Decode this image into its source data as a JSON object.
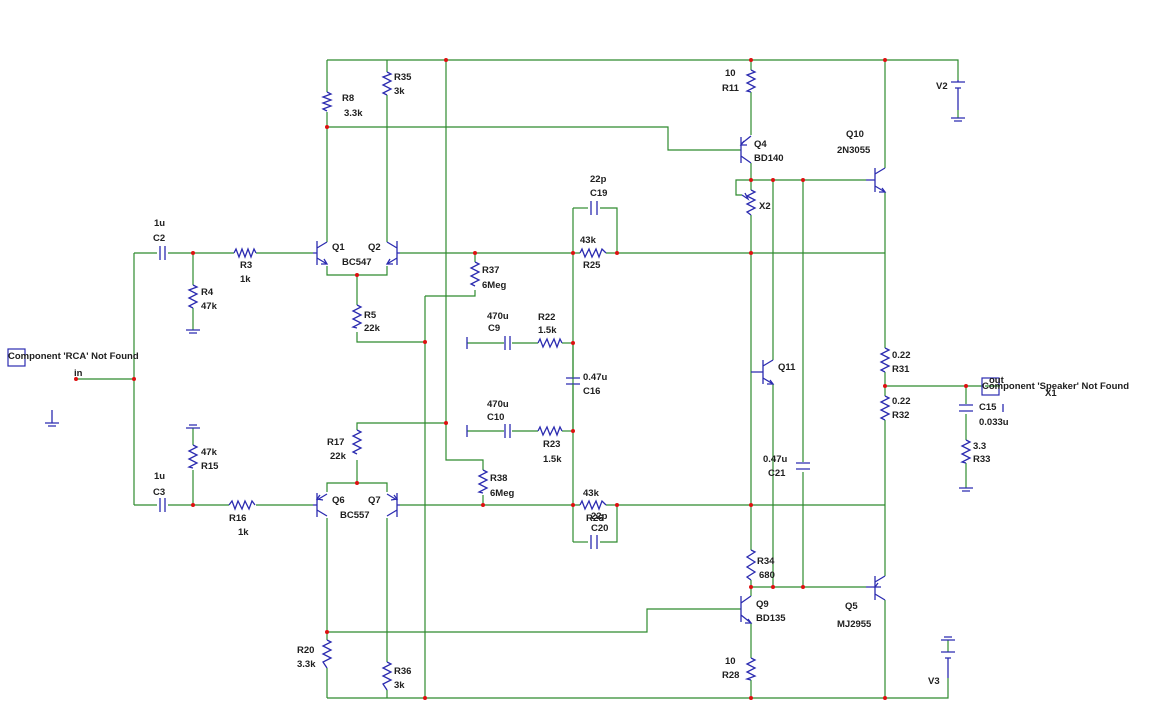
{
  "components": {
    "R8": {
      "ref": "R8",
      "value": "3.3k"
    },
    "R35": {
      "ref": "R35",
      "value": "3k"
    },
    "R11": {
      "ref": "R11",
      "value": "10"
    },
    "Q4": {
      "ref": "Q4",
      "value": "BD140"
    },
    "Q10": {
      "ref": "Q10",
      "value": "2N3055"
    },
    "V2": {
      "ref": "V2"
    },
    "C19": {
      "ref": "C19",
      "value": "22p"
    },
    "X2": {
      "ref": "X2"
    },
    "C2": {
      "ref": "C2",
      "value": "1u"
    },
    "R3": {
      "ref": "R3",
      "value": "1k"
    },
    "Q1": {
      "ref": "Q1",
      "value": "BC547"
    },
    "Q2": {
      "ref": "Q2"
    },
    "R25": {
      "ref": "R25",
      "value": "43k"
    },
    "R37": {
      "ref": "R37",
      "value": "6Meg"
    },
    "R4": {
      "ref": "R4",
      "value": "47k"
    },
    "R5": {
      "ref": "R5",
      "value": "22k"
    },
    "C9": {
      "ref": "C9",
      "value": "470u"
    },
    "R22": {
      "ref": "R22",
      "value": "1.5k"
    },
    "RCA": {
      "text": "Component 'RCA' Not Found",
      "pin": "in"
    },
    "Q11": {
      "ref": "Q11"
    },
    "R31": {
      "ref": "R31",
      "value": "0.22"
    },
    "C16": {
      "ref": "C16",
      "value": "0.47u"
    },
    "Speaker": {
      "text": "Component 'Speaker' Not Found",
      "ref": "X1",
      "pin": "out"
    },
    "C15": {
      "ref": "C15",
      "value": "0.033u"
    },
    "R32": {
      "ref": "R32",
      "value": "0.22"
    },
    "C10": {
      "ref": "C10",
      "value": "470u"
    },
    "R23": {
      "ref": "R23",
      "value": "1.5k"
    },
    "R17": {
      "ref": "R17",
      "value": "22k"
    },
    "R15": {
      "ref": "R15",
      "value": "47k"
    },
    "C21": {
      "ref": "C21",
      "value": "0.47u"
    },
    "R33": {
      "ref": "R33",
      "value": "3.3"
    },
    "C3": {
      "ref": "C3",
      "value": "1u"
    },
    "R38": {
      "ref": "R38",
      "value": "6Meg"
    },
    "R16": {
      "ref": "R16",
      "value": "1k"
    },
    "Q6": {
      "ref": "Q6",
      "value": "BC557"
    },
    "Q7": {
      "ref": "Q7"
    },
    "R26": {
      "ref": "R26",
      "value": "43k"
    },
    "C20": {
      "ref": "C20",
      "value": "22p"
    },
    "R34": {
      "ref": "R34",
      "value": "680"
    },
    "Q5": {
      "ref": "Q5",
      "value": "MJ2955"
    },
    "Q9": {
      "ref": "Q9",
      "value": "BD135"
    },
    "R20": {
      "ref": "R20",
      "value": "3.3k"
    },
    "R36": {
      "ref": "R36",
      "value": "3k"
    },
    "R28": {
      "ref": "R28",
      "value": "10"
    },
    "V3": {
      "ref": "V3"
    }
  }
}
